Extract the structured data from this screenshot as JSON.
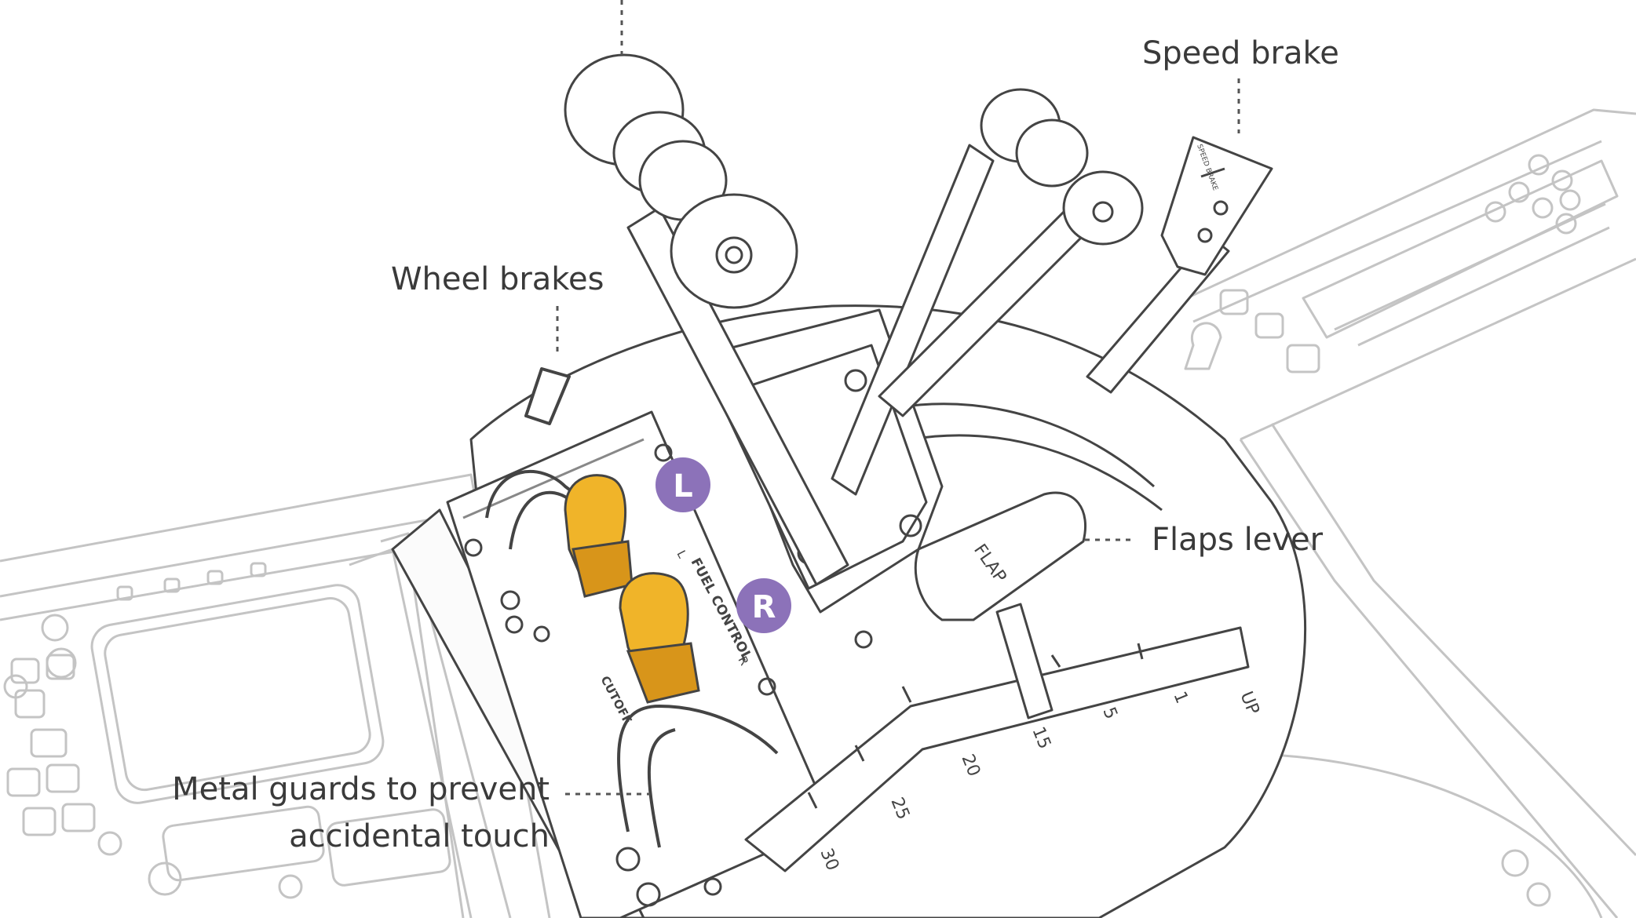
{
  "labels": {
    "wheel_brakes": "Wheel brakes",
    "speed_brake": "Speed brake",
    "flaps_lever": "Flaps lever",
    "guards_line1": "Metal guards to prevent",
    "guards_line2": "accidental touch"
  },
  "markers": {
    "left": "L",
    "right": "R"
  },
  "panel_text": {
    "flap_handle": "FLAP",
    "speed_brake_handle": "SPEED BRAKE",
    "fuel_control": "FUEL CONTROL",
    "cutoff": "CUTOFF",
    "switch_left": "L",
    "switch_right": "R"
  },
  "flap_detents": [
    "UP",
    "1",
    "5",
    "15",
    "20",
    "25",
    "30"
  ],
  "colors": {
    "line": "#444444",
    "sketch": "#666666",
    "light": "#b9b9b9",
    "accent_purple": "#8c72b9",
    "knob_gold": "#f0b429",
    "knob_gold_shade": "#d8951a",
    "label_text": "#3a3a3a"
  }
}
